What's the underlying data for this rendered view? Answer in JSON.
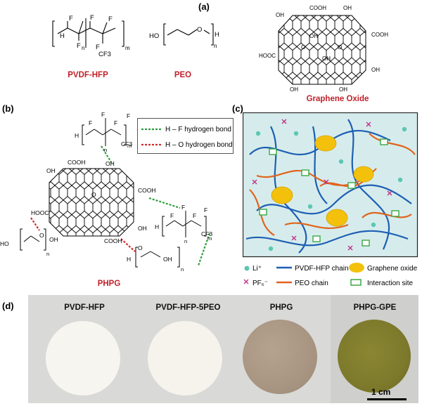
{
  "panel_a": {
    "label": "(a)",
    "structures": [
      {
        "name": "PVDF-HFP",
        "atoms": [
          "H",
          "F",
          "F",
          "F",
          "F",
          "F",
          "CF3"
        ],
        "subscripts": [
          "n",
          "m"
        ]
      },
      {
        "name": "PEO",
        "atoms": [
          "HO",
          "O",
          "H"
        ],
        "subscripts": [
          "n"
        ]
      },
      {
        "name": "Graphene Oxide",
        "atoms": [
          "COOH",
          "OH",
          "OH",
          "OH",
          "COOH",
          "HOOC",
          "OH",
          "O",
          "O",
          "OH",
          "OH",
          "OH"
        ]
      }
    ]
  },
  "panel_b": {
    "label": "(b)",
    "title": "PHPG",
    "legend": [
      {
        "text": "H – F  hydrogen bond",
        "color": "#2e9e3a"
      },
      {
        "text": "H – O  hydrogen bond",
        "color": "#d22b2b"
      }
    ],
    "atoms": [
      "H",
      "F",
      "F",
      "F",
      "F",
      "n",
      "m",
      "CF3",
      "COOH",
      "OH",
      "OH",
      "COOH",
      "HOOC",
      "OH",
      "OH",
      "COOH",
      "O",
      "HO",
      "O",
      "n",
      "H",
      "O",
      "OH",
      "n",
      "H",
      "F",
      "F",
      "F",
      "F",
      "n",
      "m",
      "CF3"
    ]
  },
  "panel_c": {
    "label": "(c)",
    "legend": [
      {
        "symbol": "li-dot",
        "text": "Li⁺"
      },
      {
        "symbol": "blue-line",
        "text": "PVDF-HFP chain"
      },
      {
        "symbol": "yellow-blob",
        "text": "Graphene oxide"
      },
      {
        "symbol": "pf6-cross",
        "text": "PF₆⁻"
      },
      {
        "symbol": "orange-line",
        "text": "PEO chain"
      },
      {
        "symbol": "green-site",
        "text": "Interaction site"
      }
    ],
    "colors": {
      "background": "#d6ecec",
      "pvdf": "#1d5fb4",
      "peo": "#e0641e",
      "go": "#f3c10c",
      "li": "#5cc7b2",
      "site": "#3aa843"
    }
  },
  "panel_d": {
    "label": "(d)",
    "samples": [
      {
        "name": "PVDF-HFP",
        "color": "#f7f5ef"
      },
      {
        "name": "PVDF-HFP-5PEO",
        "color": "#f5f3ec"
      },
      {
        "name": "PHPG",
        "color": "#a99683"
      },
      {
        "name": "PHPG-GPE",
        "color": "#7d7a2c"
      }
    ],
    "scale_bar": "1 cm"
  }
}
